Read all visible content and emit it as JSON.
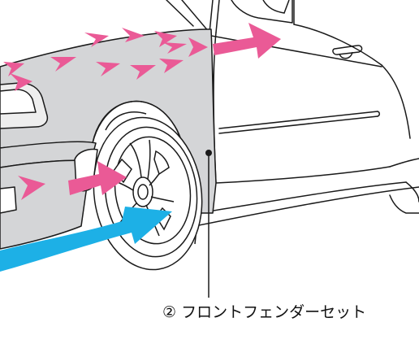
{
  "callout": {
    "label": "② フロントフェンダーセット"
  },
  "colors": {
    "fender_fill": "#d4d5d7",
    "airflow_pink": "#ea5a96",
    "airflow_blue": "#1db0e6",
    "outline": "#1a1a1a"
  },
  "icons": [
    "airflow-arrow",
    "callout-leader-line"
  ]
}
